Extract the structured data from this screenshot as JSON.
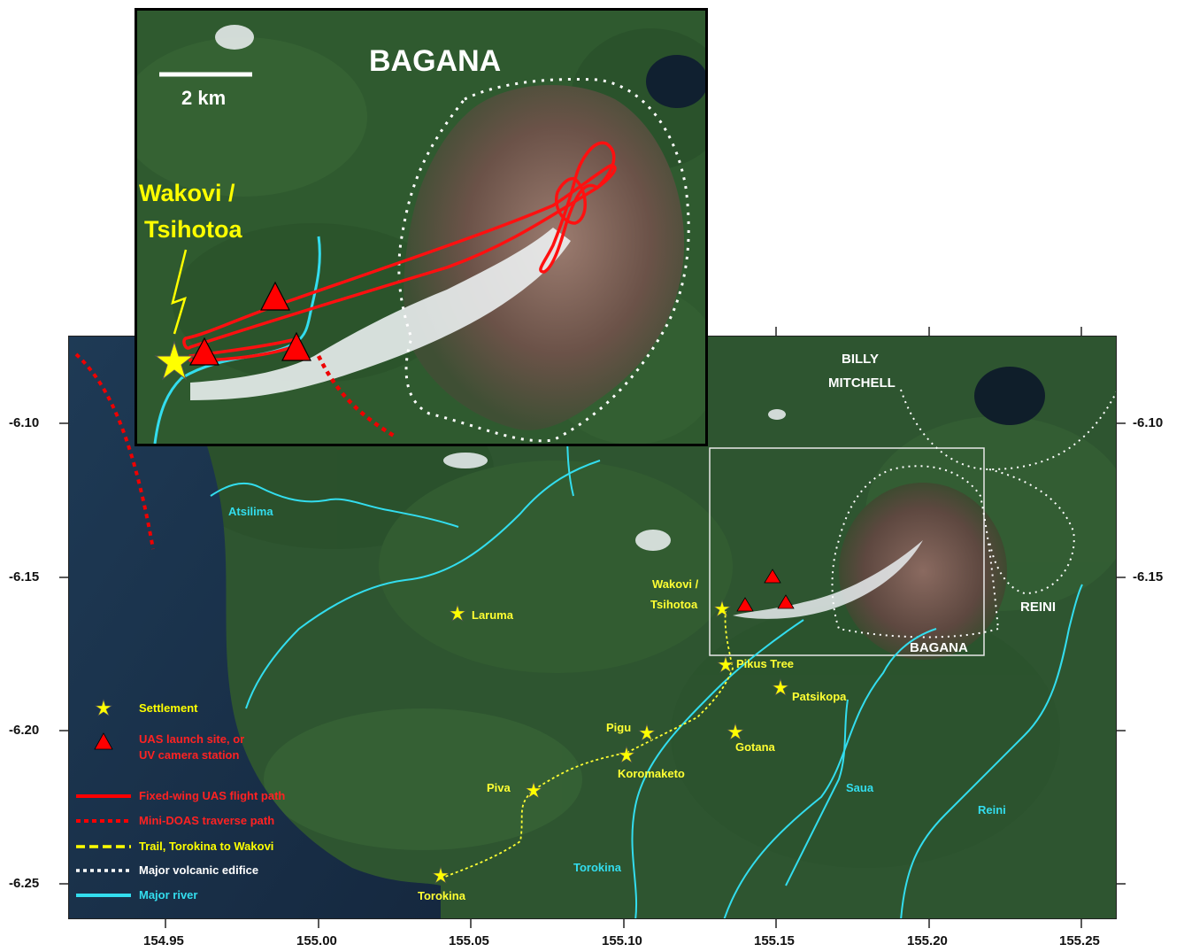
{
  "inset": {
    "title": "BAGANA",
    "scale_label": "2 km",
    "settlement_label_line1": "Wakovi /",
    "settlement_label_line2": "Tsihotoa"
  },
  "main_map": {
    "volcanoes": [
      "BILLY",
      "MITCHELL",
      "REINI",
      "BAGANA"
    ],
    "billy_mitchell_line1": "BILLY",
    "billy_mitchell_line2": "MITCHELL",
    "reini_volcano": "REINI",
    "bagana_volcano": "BAGANA",
    "rivers": {
      "atsilima": "Atsilima",
      "saua": "Saua",
      "torokina": "Torokina",
      "reini": "Reini"
    },
    "settlements": {
      "laruma": "Laruma",
      "wakovi_line1": "Wakovi /",
      "wakovi_line2": "Tsihotoa",
      "pikus_tree": "Pikus Tree",
      "patsikopa": "Patsikopa",
      "pigu": "Pigu",
      "gotana": "Gotana",
      "koromaketo": "Koromaketo",
      "piva": "Piva",
      "torokina": "Torokina"
    }
  },
  "legend": {
    "settlement": "Settlement",
    "uas_line1": "UAS launch site, or",
    "uas_line2": "UV camera station",
    "flight_path": "Fixed-wing UAS flight path",
    "doas_path": "Mini-DOAS traverse path",
    "trail": "Trail, Torokina to Wakovi",
    "edifice": "Major volcanic edifice",
    "river": "Major river"
  },
  "axes": {
    "x_ticks": [
      "154.95",
      "155.00",
      "155.05",
      "155.10",
      "155.15",
      "155.20",
      "155.25"
    ],
    "y_ticks_left": [
      "-6.10",
      "-6.15",
      "-6.20",
      "-6.25"
    ],
    "y_ticks_right": [
      "-6.10",
      "-6.15"
    ]
  },
  "colors": {
    "settlement_yellow": "#ffff00",
    "uas_red": "#ff0000",
    "river_cyan": "#33ddee",
    "edifice_white": "#ffffff"
  }
}
